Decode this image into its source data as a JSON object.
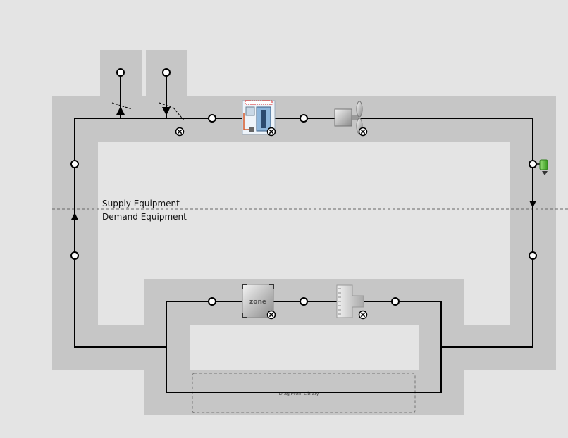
{
  "supply_label": "Supply Equipment",
  "demand_label": "Demand Equipment",
  "drop_zone_label": "Drag From Library",
  "zone_label": "zone",
  "icons": {
    "outdoor_air_system": "oa-system-icon",
    "coil": "heating-coil-icon",
    "fan": "supply-fan-icon",
    "setpoint_manager": "setpoint-manager-icon",
    "zone": "thermal-zone-icon",
    "terminal": "air-terminal-icon",
    "remove": "remove-icon"
  },
  "colors": {
    "background": "#e4e4e4",
    "loop_band": "#c6c6c6",
    "wire": "#000000",
    "setpoint_green": "#4caf2f"
  }
}
